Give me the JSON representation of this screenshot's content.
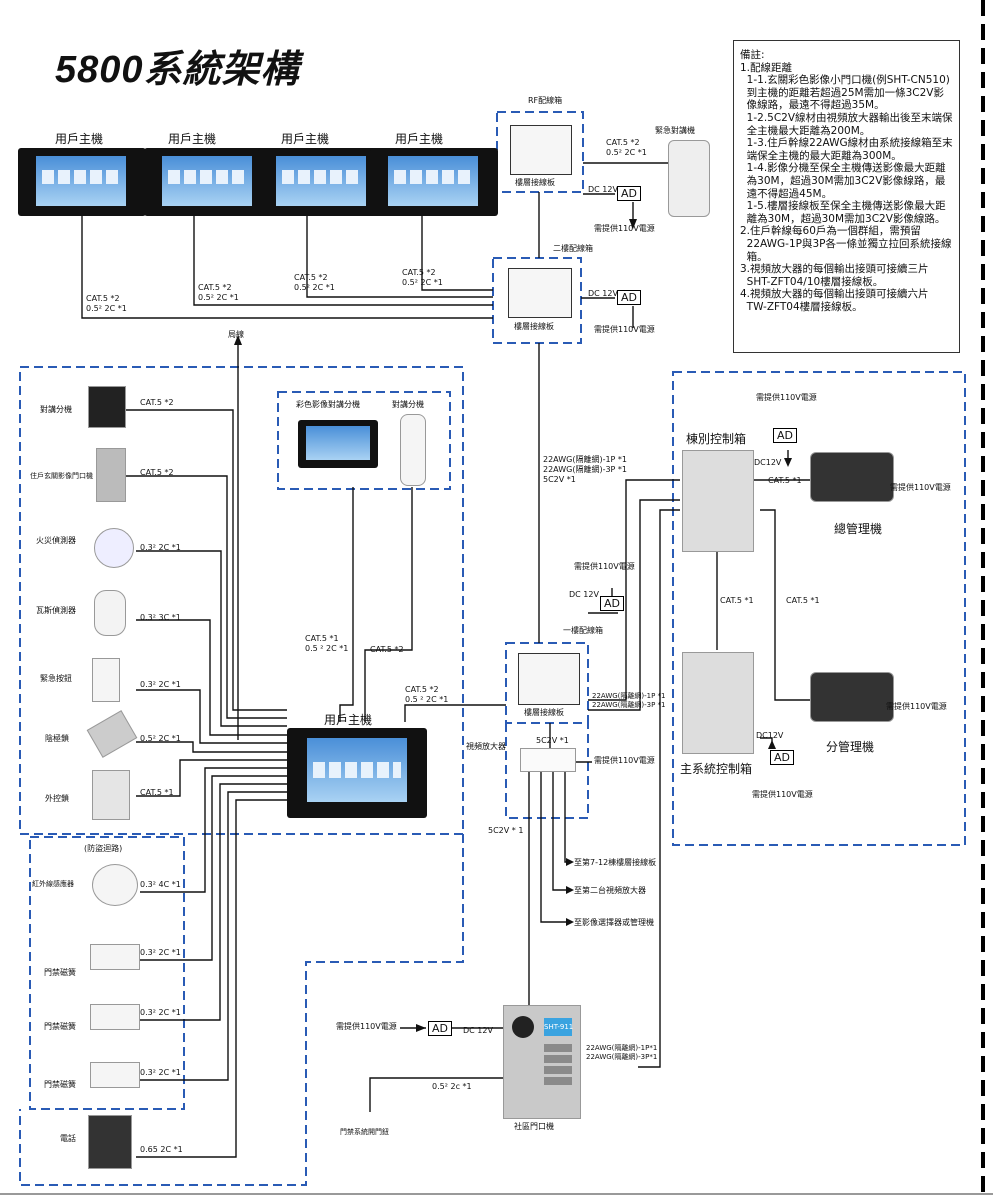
{
  "title": "5800系統架構",
  "unit_label": "用戶主機",
  "top_cables": [
    "CAT.5 *2",
    "0.5² 2C *1"
  ],
  "rf_box": {
    "title": "RF配線箱",
    "label": "樓層接線板",
    "cable": [
      "CAT.5 *2",
      "0.5² 2C *1"
    ]
  },
  "emergency_phone": "緊急對講機",
  "dc12v": "DC 12V",
  "ad": "AD",
  "power110": "需提供110V電源",
  "floor2_box": {
    "title": "二樓配線箱",
    "label": "樓層接線板"
  },
  "grounding": "局線",
  "notes": {
    "header": "備註:",
    "lines": [
      "1.配線距離",
      "  1-1.玄關彩色影像小門口機(例SHT-CN510)",
      "  到主機的距離若超過25M需加一條3C2V影",
      "  像線路，最遠不得超過35M。",
      "  1-2.5C2V線材由視頻放大器輸出後至末端保",
      "  全主機最大距離為200M。",
      "  1-3.住戶幹線22AWG線材由系統接線箱至末",
      "  端保全主機的最大距離為300M。",
      "  1-4.影像分機至保全主機傳送影像最大距離",
      "  為30M，超過30M需加3C2V影像線路，最",
      "  遠不得超過45M。",
      "  1-5.樓層接線板至保全主機傳送影像最大距",
      "  離為30M，超過30M需加3C2V影像線路。",
      "",
      "2.住戶幹線每60戶為一個群組，需預留",
      "  22AWG-1P與3P各一條並獨立拉回系統接線",
      "  箱。",
      "",
      "3.視頻放大器的每個輸出接頭可接續三片",
      "  SHT-ZFT04/10樓層接線板。",
      "",
      "4.視頻放大器的每個輸出接頭可接續六片",
      "  TW-ZFT04樓層接線板。"
    ]
  },
  "left_devices": [
    {
      "name": "對講分機",
      "cable": "CAT.5 *2"
    },
    {
      "name": "住戶玄關影像門口機",
      "cable": "CAT.5 *2"
    },
    {
      "name": "火災偵測器",
      "cable": "0.3² 2C *1"
    },
    {
      "name": "瓦斯偵測器",
      "cable": "0.3² 3C *1"
    },
    {
      "name": "緊急按鈕",
      "cable": "0.3² 2C *1"
    },
    {
      "name": "陰極鎖",
      "cable": "0.5² 2C *1"
    },
    {
      "name": "外控鎖",
      "cable": "CAT.5 *1"
    }
  ],
  "alarm_loop": "(防盜迴路)",
  "alarm_devices": [
    {
      "name": "紅外線感應器",
      "cable": "0.3² 4C *1"
    },
    {
      "name": "門禁磁簧",
      "cable": "0.3² 2C *1"
    },
    {
      "name": "門禁磁簧",
      "cable": "0.3² 2C *1"
    },
    {
      "name": "門禁磁簧",
      "cable": "0.3² 2C *1"
    }
  ],
  "telephone": {
    "name": "電話",
    "cable": "0.65 2C *1"
  },
  "sub_units": {
    "color": "彩色影像對講分機",
    "phone": "對講分機",
    "c1": [
      "CAT.5 *1",
      "0.5 ² 2C *1"
    ],
    "c2": "CAT.5 *2"
  },
  "main_unit_cable": [
    "CAT.5 *2",
    "0.5 ² 2C *1"
  ],
  "riser_cable": [
    "22AWG(隔離網)-1P *1",
    "22AWG(隔離網)-3P *1",
    "5C2V *1"
  ],
  "floor1_box": {
    "title": "一樓配線箱",
    "label": "樓層接線板"
  },
  "awg_small": [
    "22AWG(隔離網)-1P *1",
    "22AWG(隔離網)-3P *1"
  ],
  "amplifier": "視頻放大器",
  "c5c2v": "5C2V *1",
  "c5c2v_b": "5C2V * 1",
  "dc12v_b": "DC 12V",
  "outputs": [
    "至第7-12棟樓層接線板",
    "至第二台視頻放大器",
    "至影像選擇器或管理機"
  ],
  "building_ctrl": "棟別控制箱",
  "main_ctrl": "主系統控制箱",
  "general_mgr": "總管理機",
  "sub_mgr": "分管理機",
  "cat5_1": "CAT.5 *1",
  "dc12v_c": "DC12V",
  "door_station": "社區門口機",
  "door_cable": "0.5² 2c *1",
  "door_button": "門禁系統開門鈕",
  "dc12v_d": "DC 12V",
  "door_awg": [
    "22AWG(隔離網)-1P*1",
    "22AWG(隔離網)-3P*1"
  ],
  "door_screen": "SHT-911"
}
